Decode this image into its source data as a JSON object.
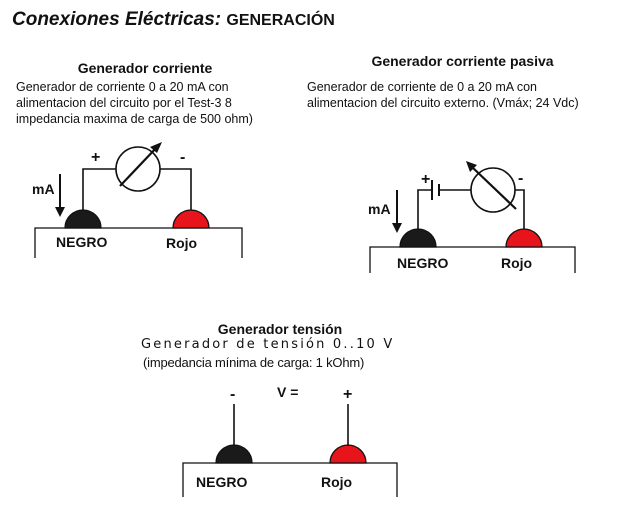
{
  "page": {
    "title": "Conexiones Eléctricas",
    "separator": ":",
    "subtitle": "GENERACIÓN"
  },
  "sections": {
    "current": {
      "title": "Generador corriente",
      "description": "Generador de corriente 0 a 20 mA con\nalimentacion del circuito por el Test-3 8\nimpedancia maxima de carga de 500 ohm)",
      "plus": "+",
      "minus": "-",
      "unit": "mA",
      "left_terminal": "NEGRO",
      "right_terminal": "Rojo"
    },
    "passive": {
      "title": "Generador corriente pasiva",
      "description": "Generador de corriente de 0 a 20 mA con\nalimentacion del circuito externo. (Vmáx; 24 Vdc)",
      "plus": "+",
      "minus": "-",
      "unit": "mA",
      "left_terminal": "NEGRO",
      "right_terminal": "Rojo"
    },
    "voltage": {
      "title": "Generador tensión",
      "description_line1": "Generador de tensión 0..10 V",
      "description_line2": "(impedancia mínima de carga: 1 kOhm)",
      "minus": "-",
      "plus": "+",
      "v_label": "V =",
      "left_terminal": "NEGRO",
      "right_terminal": "Rojo"
    }
  },
  "colors": {
    "black_terminal": "#1a1a1a",
    "red_terminal": "#e8141c",
    "line": "#111111"
  }
}
